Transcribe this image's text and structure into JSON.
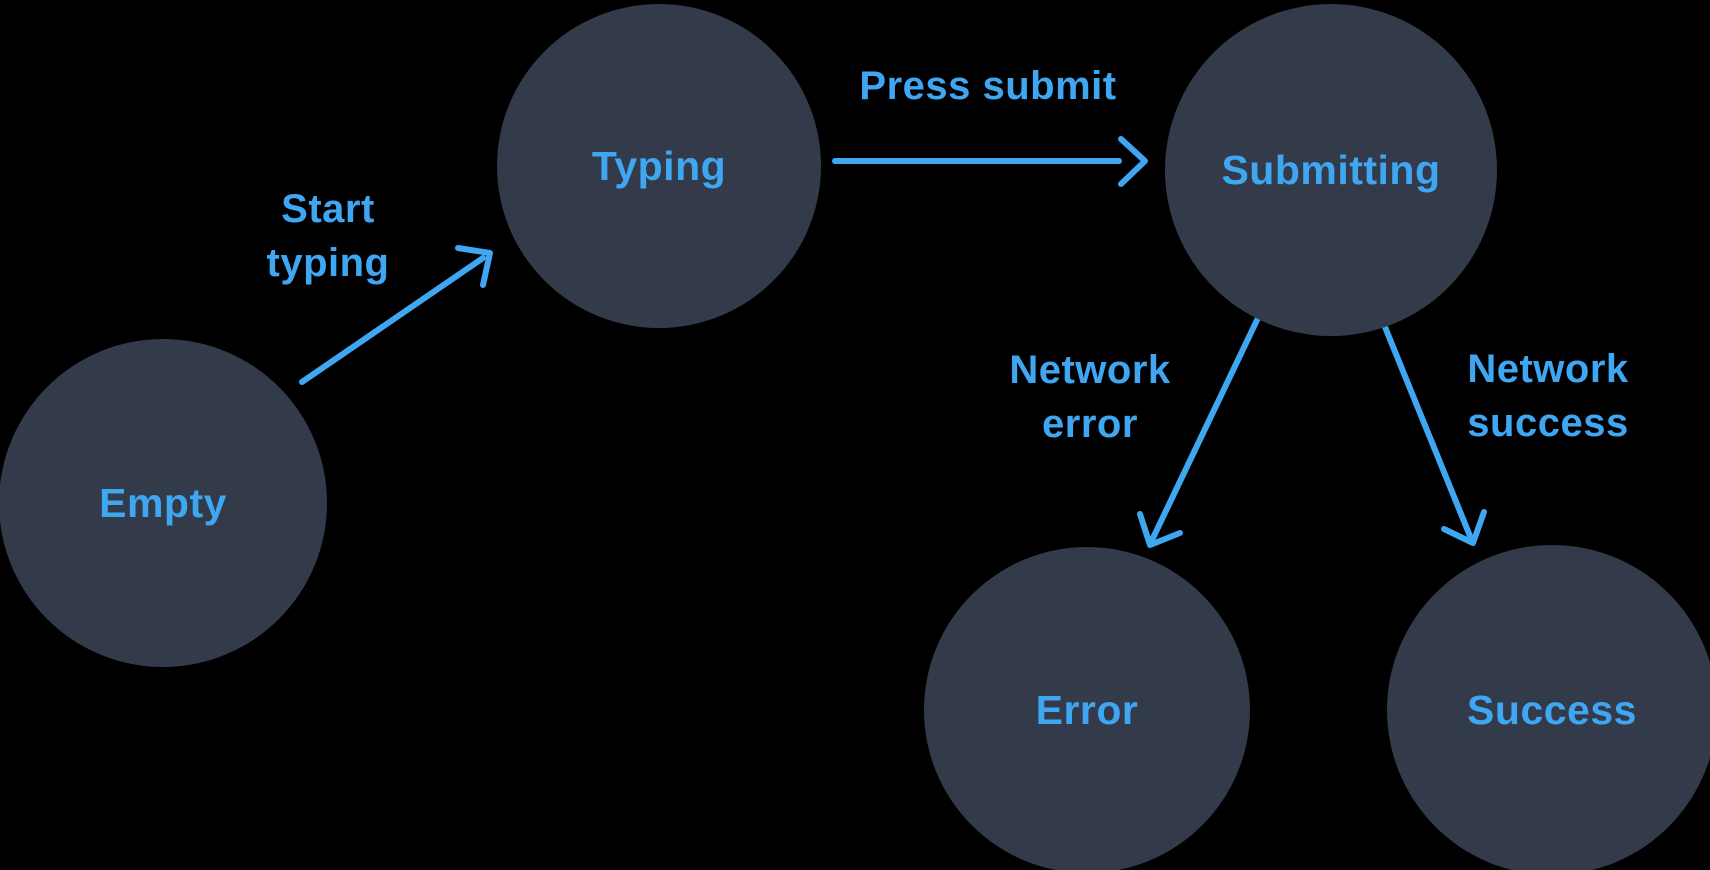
{
  "diagram": {
    "kind": "state-machine",
    "colors": {
      "background": "#000000",
      "node_fill": "#333B4A",
      "accent_blue": "#3FA6F2"
    },
    "states": [
      {
        "id": "empty",
        "label": "Empty"
      },
      {
        "id": "typing",
        "label": "Typing"
      },
      {
        "id": "submitting",
        "label": "Submitting"
      },
      {
        "id": "error",
        "label": "Error"
      },
      {
        "id": "success",
        "label": "Success"
      }
    ],
    "transitions": [
      {
        "from": "empty",
        "to": "typing",
        "label": "Start typing",
        "label_lines": [
          "Start",
          "typing"
        ]
      },
      {
        "from": "typing",
        "to": "submitting",
        "label": "Press submit",
        "label_lines": [
          "Press submit"
        ]
      },
      {
        "from": "submitting",
        "to": "error",
        "label": "Network error",
        "label_lines": [
          "Network",
          "error"
        ]
      },
      {
        "from": "submitting",
        "to": "success",
        "label": "Network success",
        "label_lines": [
          "Network",
          "success"
        ]
      }
    ]
  }
}
